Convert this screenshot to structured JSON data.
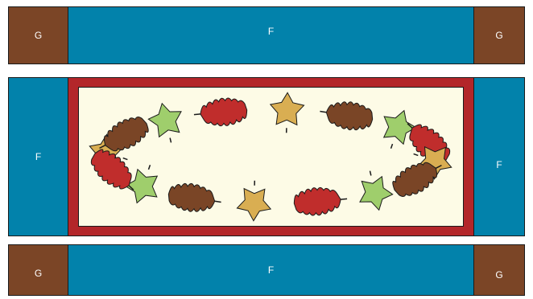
{
  "colors": {
    "blue": "#0282ab",
    "brown": "#7b4526",
    "red": "#b3262a",
    "cream": "#fdfbe6",
    "leaf_red": "#c02d2c",
    "leaf_brown": "#7a4526",
    "leaf_green": "#9fce6c",
    "leaf_gold": "#d9ae52"
  },
  "top_strip": {
    "left_label": "G",
    "center_label": "F",
    "right_label": "G"
  },
  "middle": {
    "left_label": "F",
    "right_label": "F"
  },
  "bottom_strip": {
    "left_label": "G",
    "center_label": "F",
    "right_label": "G"
  },
  "leaves": [
    {
      "color": "leaf_gold",
      "shape": "maple"
    },
    {
      "color": "leaf_brown",
      "shape": "oak"
    },
    {
      "color": "leaf_green",
      "shape": "maple"
    },
    {
      "color": "leaf_red",
      "shape": "oak"
    },
    {
      "color": "leaf_gold",
      "shape": "maple"
    },
    {
      "color": "leaf_brown",
      "shape": "oak"
    },
    {
      "color": "leaf_green",
      "shape": "maple"
    },
    {
      "color": "leaf_red",
      "shape": "oak"
    },
    {
      "color": "leaf_gold",
      "shape": "maple"
    },
    {
      "color": "leaf_brown",
      "shape": "oak"
    },
    {
      "color": "leaf_green",
      "shape": "maple"
    },
    {
      "color": "leaf_red",
      "shape": "oak"
    },
    {
      "color": "leaf_gold",
      "shape": "maple"
    },
    {
      "color": "leaf_brown",
      "shape": "oak"
    },
    {
      "color": "leaf_green",
      "shape": "maple"
    },
    {
      "color": "leaf_red",
      "shape": "oak"
    }
  ]
}
